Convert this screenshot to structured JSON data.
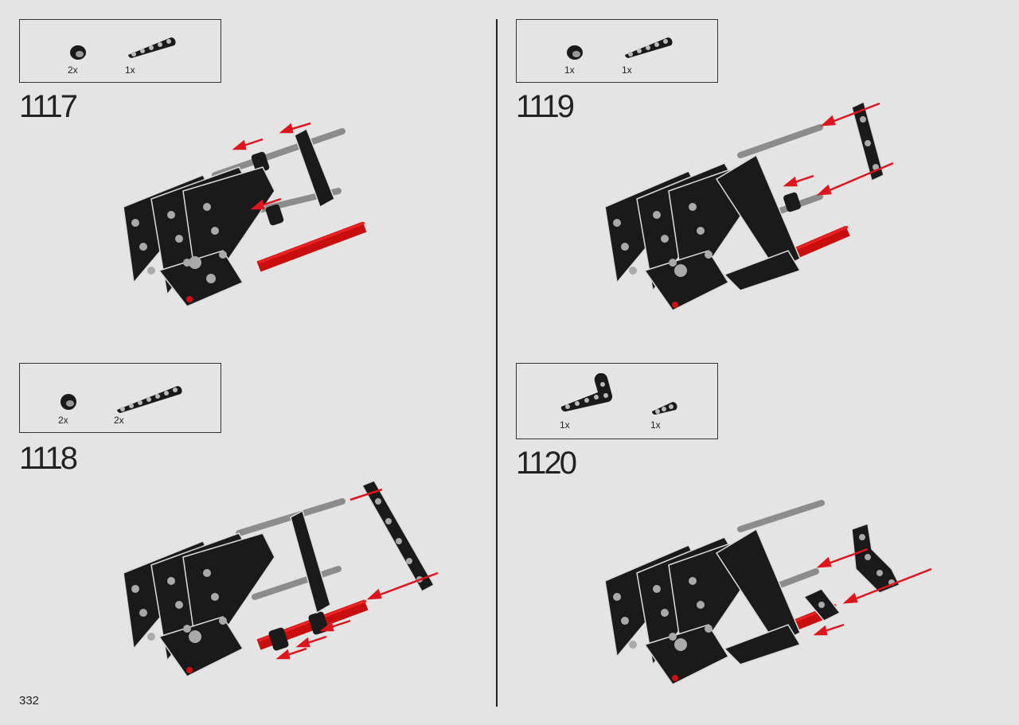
{
  "page": {
    "number": "332"
  },
  "steps": [
    {
      "number": "1117",
      "parts": [
        {
          "name": "bush",
          "qty": "2x"
        },
        {
          "name": "beam-5",
          "qty": "1x"
        }
      ]
    },
    {
      "number": "1118",
      "parts": [
        {
          "name": "bush",
          "qty": "2x"
        },
        {
          "name": "beam-7",
          "qty": "2x"
        }
      ]
    },
    {
      "number": "1119",
      "parts": [
        {
          "name": "bush",
          "qty": "1x"
        },
        {
          "name": "beam-5",
          "qty": "1x"
        }
      ]
    },
    {
      "number": "1120",
      "parts": [
        {
          "name": "angle-beam",
          "qty": "1x"
        },
        {
          "name": "beam-3",
          "qty": "1x"
        }
      ]
    }
  ],
  "colors": {
    "part_black": "#1a1a1a",
    "axle_gray": "#8c8c8c",
    "axle_red": "#d01010",
    "arrow_red": "#e0141c",
    "background": "#e4e4e4"
  }
}
